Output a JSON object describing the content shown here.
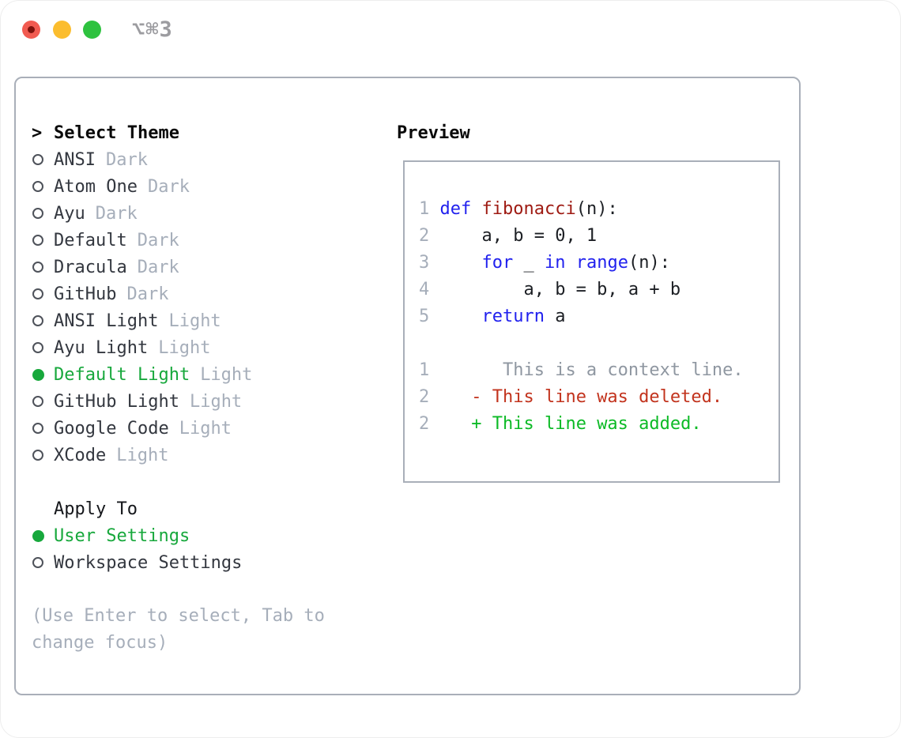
{
  "window": {
    "shortcut_label": "⌥⌘3",
    "traffic_lights": {
      "close_color": "#f15b51",
      "close_dot_color": "#7d120c",
      "minimize_color": "#fbbd2e",
      "zoom_color": "#2ec23f"
    }
  },
  "theme_panel": {
    "prompt": ">",
    "header": "Select Theme",
    "items": [
      {
        "name": "ANSI",
        "suffix": "Dark",
        "selected": false
      },
      {
        "name": "Atom One",
        "suffix": "Dark",
        "selected": false
      },
      {
        "name": "Ayu",
        "suffix": "Dark",
        "selected": false
      },
      {
        "name": "Default",
        "suffix": "Dark",
        "selected": false
      },
      {
        "name": "Dracula",
        "suffix": "Dark",
        "selected": false
      },
      {
        "name": "GitHub",
        "suffix": "Dark",
        "selected": false
      },
      {
        "name": "ANSI Light",
        "suffix": "Light",
        "selected": false
      },
      {
        "name": "Ayu Light",
        "suffix": "Light",
        "selected": false
      },
      {
        "name": "Default Light",
        "suffix": "Light",
        "selected": true
      },
      {
        "name": "GitHub Light",
        "suffix": "Light",
        "selected": false
      },
      {
        "name": "Google Code",
        "suffix": "Light",
        "selected": false
      },
      {
        "name": "XCode",
        "suffix": "Light",
        "selected": false
      }
    ]
  },
  "apply_panel": {
    "header": "Apply To",
    "items": [
      {
        "label": "User Settings",
        "selected": true
      },
      {
        "label": "Workspace Settings",
        "selected": false
      }
    ]
  },
  "hint": {
    "line1": "(Use Enter to select, Tab to",
    "line2": "change focus)"
  },
  "preview": {
    "header": "Preview",
    "code_lines": [
      {
        "num": "1",
        "tokens": [
          {
            "text": "def",
            "c": "kw"
          },
          {
            "text": " ",
            "c": "plain"
          },
          {
            "text": "fibonacci",
            "c": "fn"
          },
          {
            "text": "(n):",
            "c": "plain"
          }
        ]
      },
      {
        "num": "2",
        "tokens": [
          {
            "text": "    a, b = 0, 1",
            "c": "plain"
          }
        ]
      },
      {
        "num": "3",
        "tokens": [
          {
            "text": "    ",
            "c": "plain"
          },
          {
            "text": "for",
            "c": "kw"
          },
          {
            "text": " _ ",
            "c": "plain"
          },
          {
            "text": "in",
            "c": "kw"
          },
          {
            "text": " ",
            "c": "plain"
          },
          {
            "text": "range",
            "c": "kw"
          },
          {
            "text": "(n):",
            "c": "plain"
          }
        ]
      },
      {
        "num": "4",
        "tokens": [
          {
            "text": "        a, b = b, a + b",
            "c": "plain"
          }
        ]
      },
      {
        "num": "5",
        "tokens": [
          {
            "text": "    ",
            "c": "plain"
          },
          {
            "text": "return",
            "c": "kw"
          },
          {
            "text": " a",
            "c": "plain"
          }
        ]
      },
      {
        "num": "",
        "tokens": []
      },
      {
        "num": "1",
        "tokens": [
          {
            "text": "      This is a context line.",
            "c": "ctx"
          }
        ]
      },
      {
        "num": "2",
        "tokens": [
          {
            "text": "   ",
            "c": "plain"
          },
          {
            "text": "- This line was deleted.",
            "c": "del"
          }
        ]
      },
      {
        "num": "2",
        "tokens": [
          {
            "text": "   ",
            "c": "plain"
          },
          {
            "text": "+ This line was added.",
            "c": "add"
          }
        ]
      }
    ]
  },
  "colors": {
    "keyword_blue": "#2121ee",
    "function_red": "#9e1a12",
    "code_text": "#1c1f24",
    "context_gray": "#8f97a1",
    "deleted_red": "#c2331d",
    "added_green": "#0cba26",
    "muted_gray": "#a6aeba",
    "border_gray": "#a9afb9",
    "accent_green": "#17a83c",
    "list_text": "#33373f"
  }
}
